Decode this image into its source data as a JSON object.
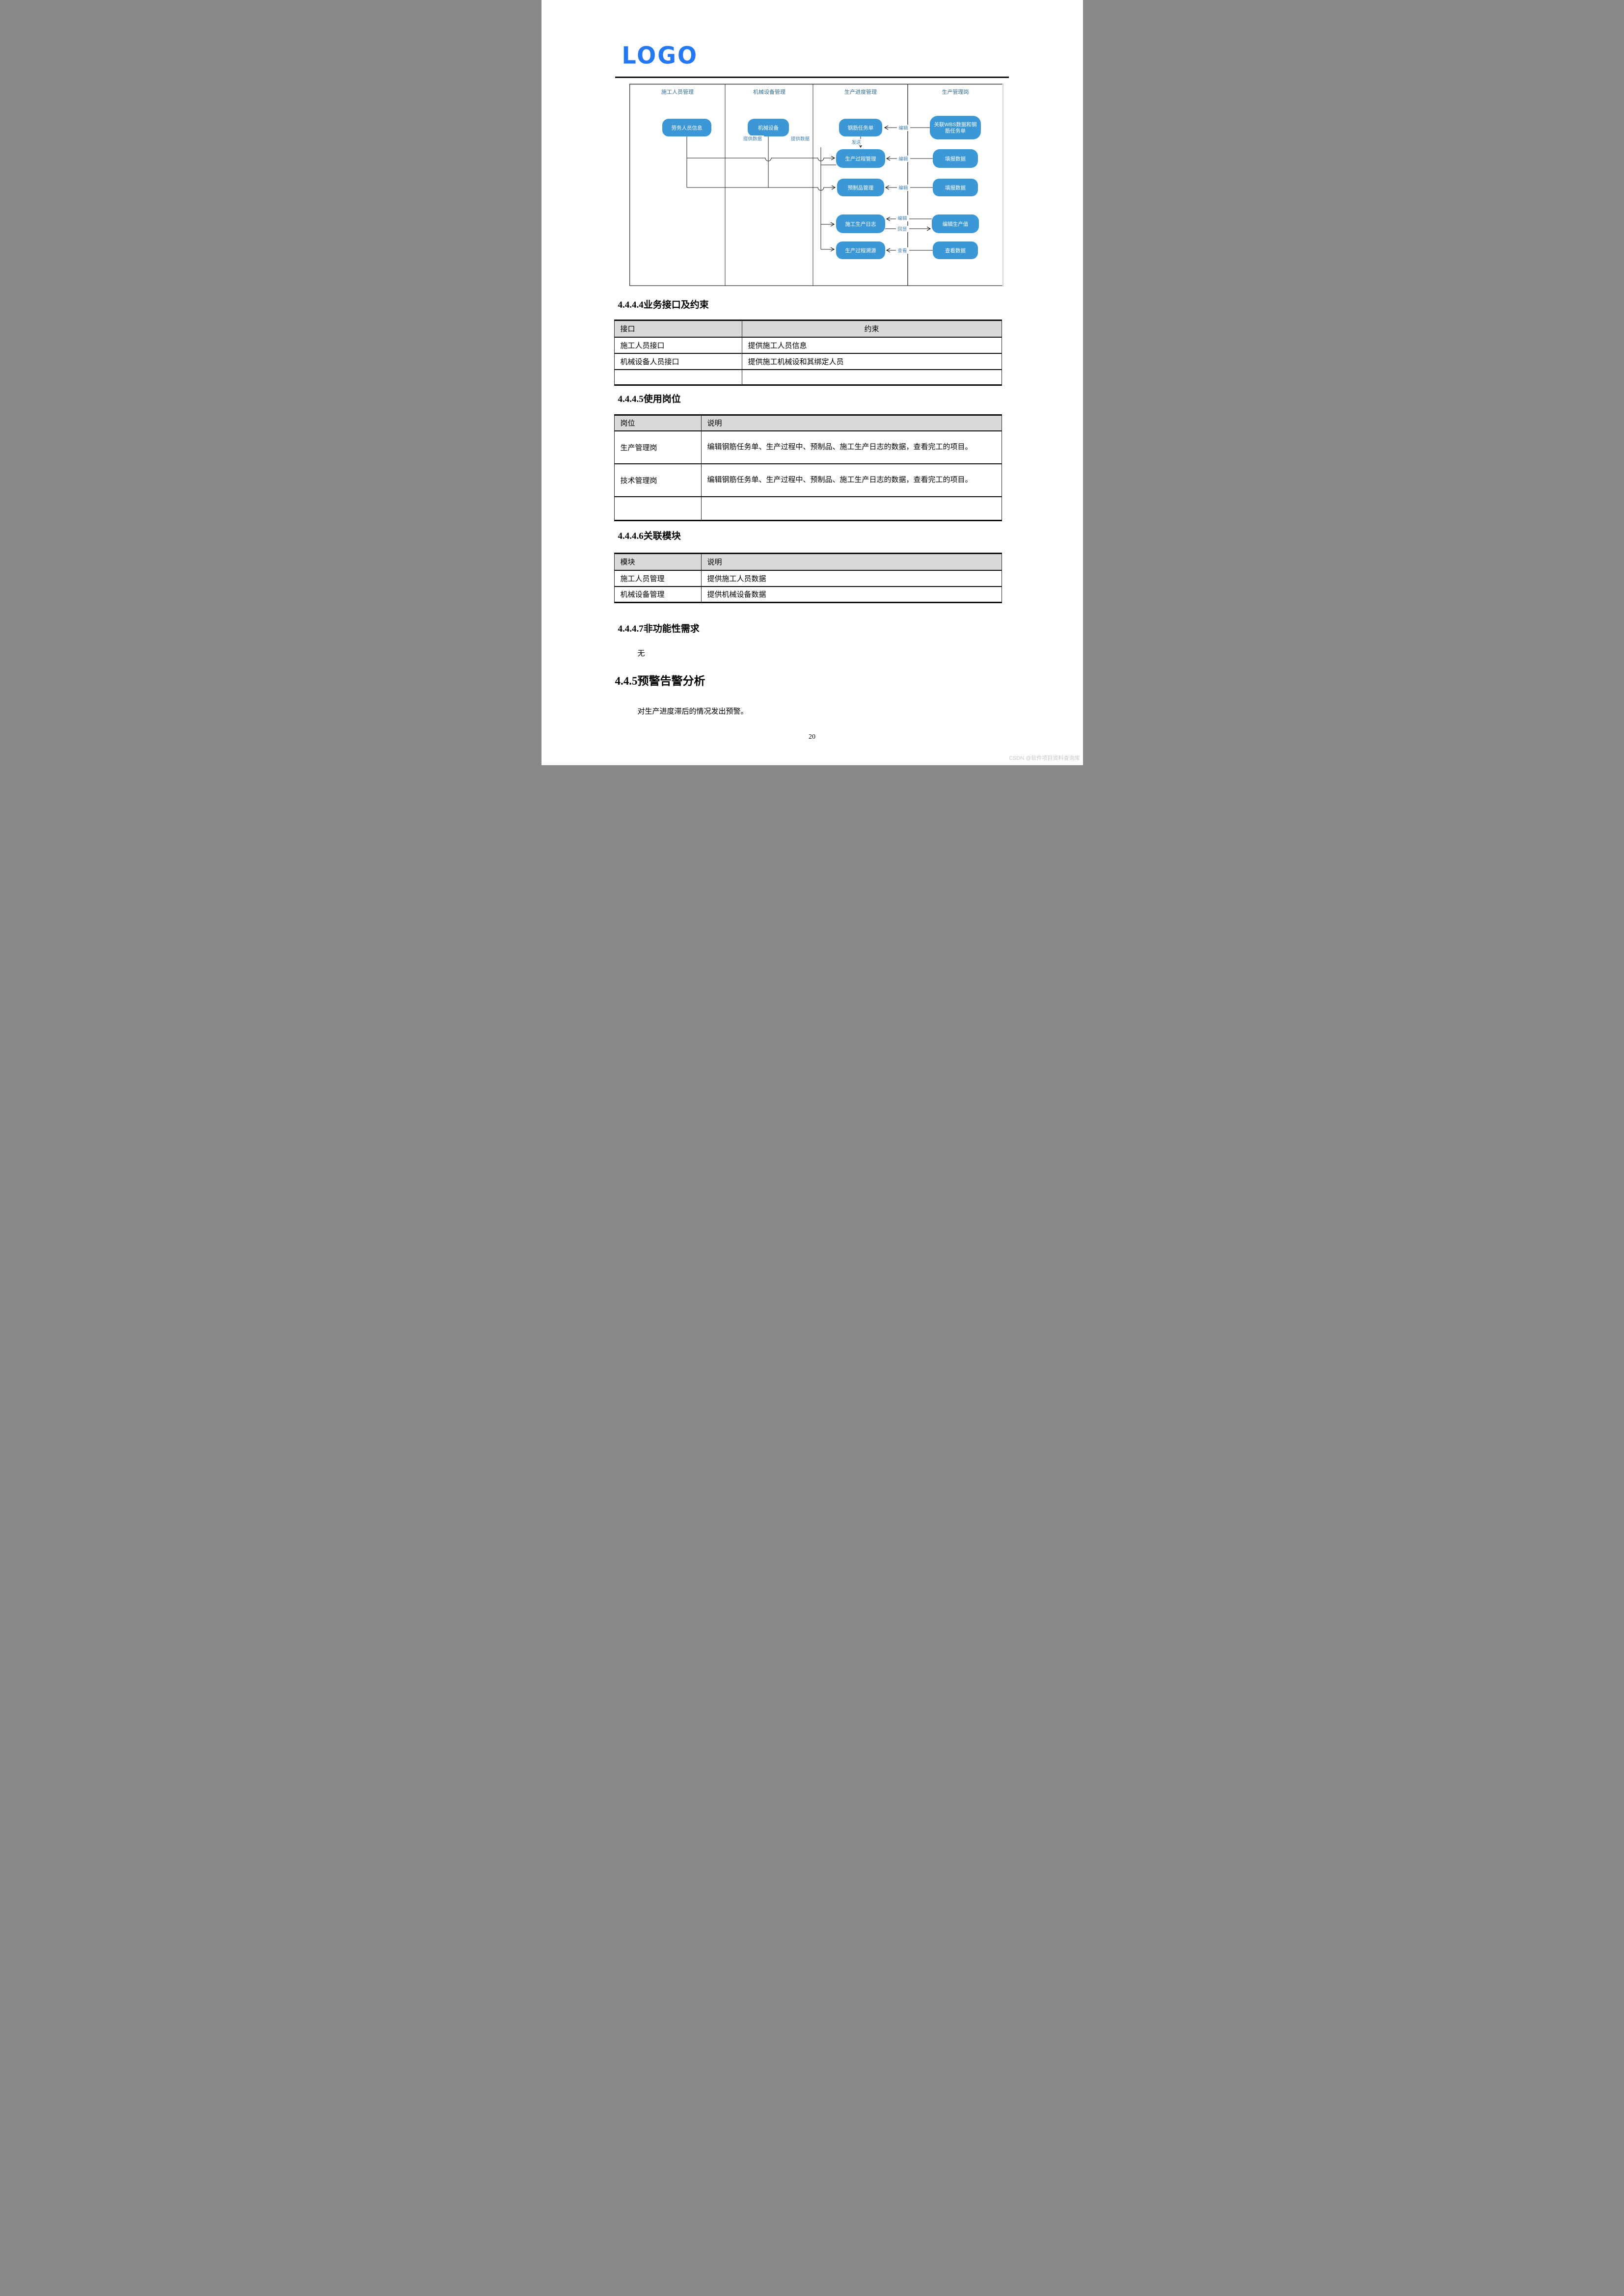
{
  "logo": {
    "text": "LOGO"
  },
  "diagram": {
    "lanes": [
      {
        "label": "施工人员管理"
      },
      {
        "label": "机械设备管理"
      },
      {
        "label": "生产进度管理"
      },
      {
        "label": "生产管理岗"
      }
    ],
    "nodes": [
      {
        "id": "labor-info",
        "label": "劳务人员信息"
      },
      {
        "id": "machine",
        "label": "机械设备"
      },
      {
        "id": "rebar-task",
        "label": "钢筋任务单"
      },
      {
        "id": "process-mgmt",
        "label": "生产过程管理"
      },
      {
        "id": "precast-mgmt",
        "label": "预制品管理"
      },
      {
        "id": "daily-log",
        "label": "施工生产日志"
      },
      {
        "id": "trace",
        "label": "生产过程溯源"
      },
      {
        "id": "wbs-link",
        "label": "关联WBS数据和钢筋任务单",
        "line1": "关联WBS数据和钢",
        "line2": "筋任务单"
      },
      {
        "id": "fill-data-1",
        "label": "填报数据"
      },
      {
        "id": "fill-data-2",
        "label": "填报数据"
      },
      {
        "id": "edit-output",
        "label": "编辑生产值"
      },
      {
        "id": "view-data",
        "label": "查看数据"
      }
    ],
    "edge_labels": {
      "tigong1": "提供数据",
      "tigong2": "提供数据",
      "fasong": "发送",
      "bianji1": "编辑",
      "bianji2": "编辑",
      "bianji3": "编辑",
      "bianji4": "编辑",
      "huixian": "回显",
      "chakan": "查看"
    },
    "colors": {
      "node_fill": "#3b97d6",
      "label_text": "#3f7fb5",
      "line": "#222222"
    }
  },
  "sections": {
    "s4444": "4.4.4.4业务接口及约束",
    "s4445": "4.4.4.5使用岗位",
    "s4446": "4.4.4.6关联模块",
    "s4447": "4.4.4.7非功能性需求",
    "s445": "4.4.5预警告警分析",
    "none_text": "无",
    "warn_para": "对生产进度滞后的情况发出预警。"
  },
  "tables": {
    "interfaces": {
      "headers": [
        "接口",
        "约束"
      ],
      "rows": [
        [
          "施工人员接口",
          "提供施工人员信息"
        ],
        [
          "机械设备人员接口",
          "提供施工机械设和其绑定人员"
        ],
        [
          "",
          ""
        ]
      ]
    },
    "positions": {
      "headers": [
        "岗位",
        "说明"
      ],
      "rows": [
        [
          "生产管理岗",
          "编辑钢筋任务单、生产过程中、预制品、施工生产日志的数据，查看完工的项目。"
        ],
        [
          "技术管理岗",
          "编辑钢筋任务单、生产过程中、预制品、施工生产日志的数据，查看完工的项目。"
        ],
        [
          "",
          ""
        ]
      ]
    },
    "modules": {
      "headers": [
        "模块",
        "说明"
      ],
      "rows": [
        [
          "施工人员管理",
          "提供施工人员数据"
        ],
        [
          "机械设备管理",
          "提供机械设备数据"
        ]
      ]
    }
  },
  "footer": {
    "page_number": "20",
    "watermark": "CSDN @软件项目资料查询库"
  }
}
